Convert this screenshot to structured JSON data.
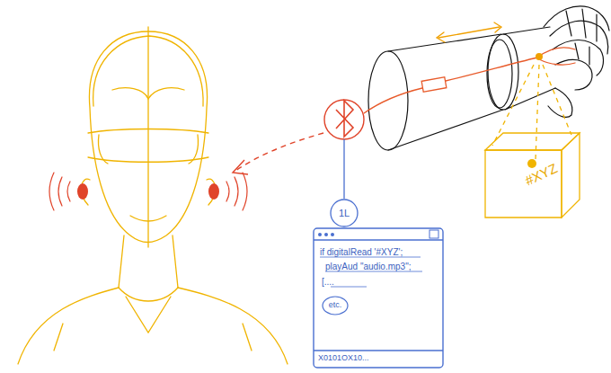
{
  "diagram": {
    "nodes": [
      {
        "text": [
          "#XYZ"
        ]
      },
      {
        "text": [
          "1L"
        ]
      },
      {
        "text": [
          "if digitalRead '#XYZ';",
          "playAud \"audio.mp3\";",
          "[....",
          "X0101OX10..."
        ]
      },
      {
        "text": [
          "etc."
        ],
        "in": 2
      }
    ],
    "edges": [
      {
        "from": 1,
        "to": 2,
        "arrow": "none"
      }
    ]
  }
}
